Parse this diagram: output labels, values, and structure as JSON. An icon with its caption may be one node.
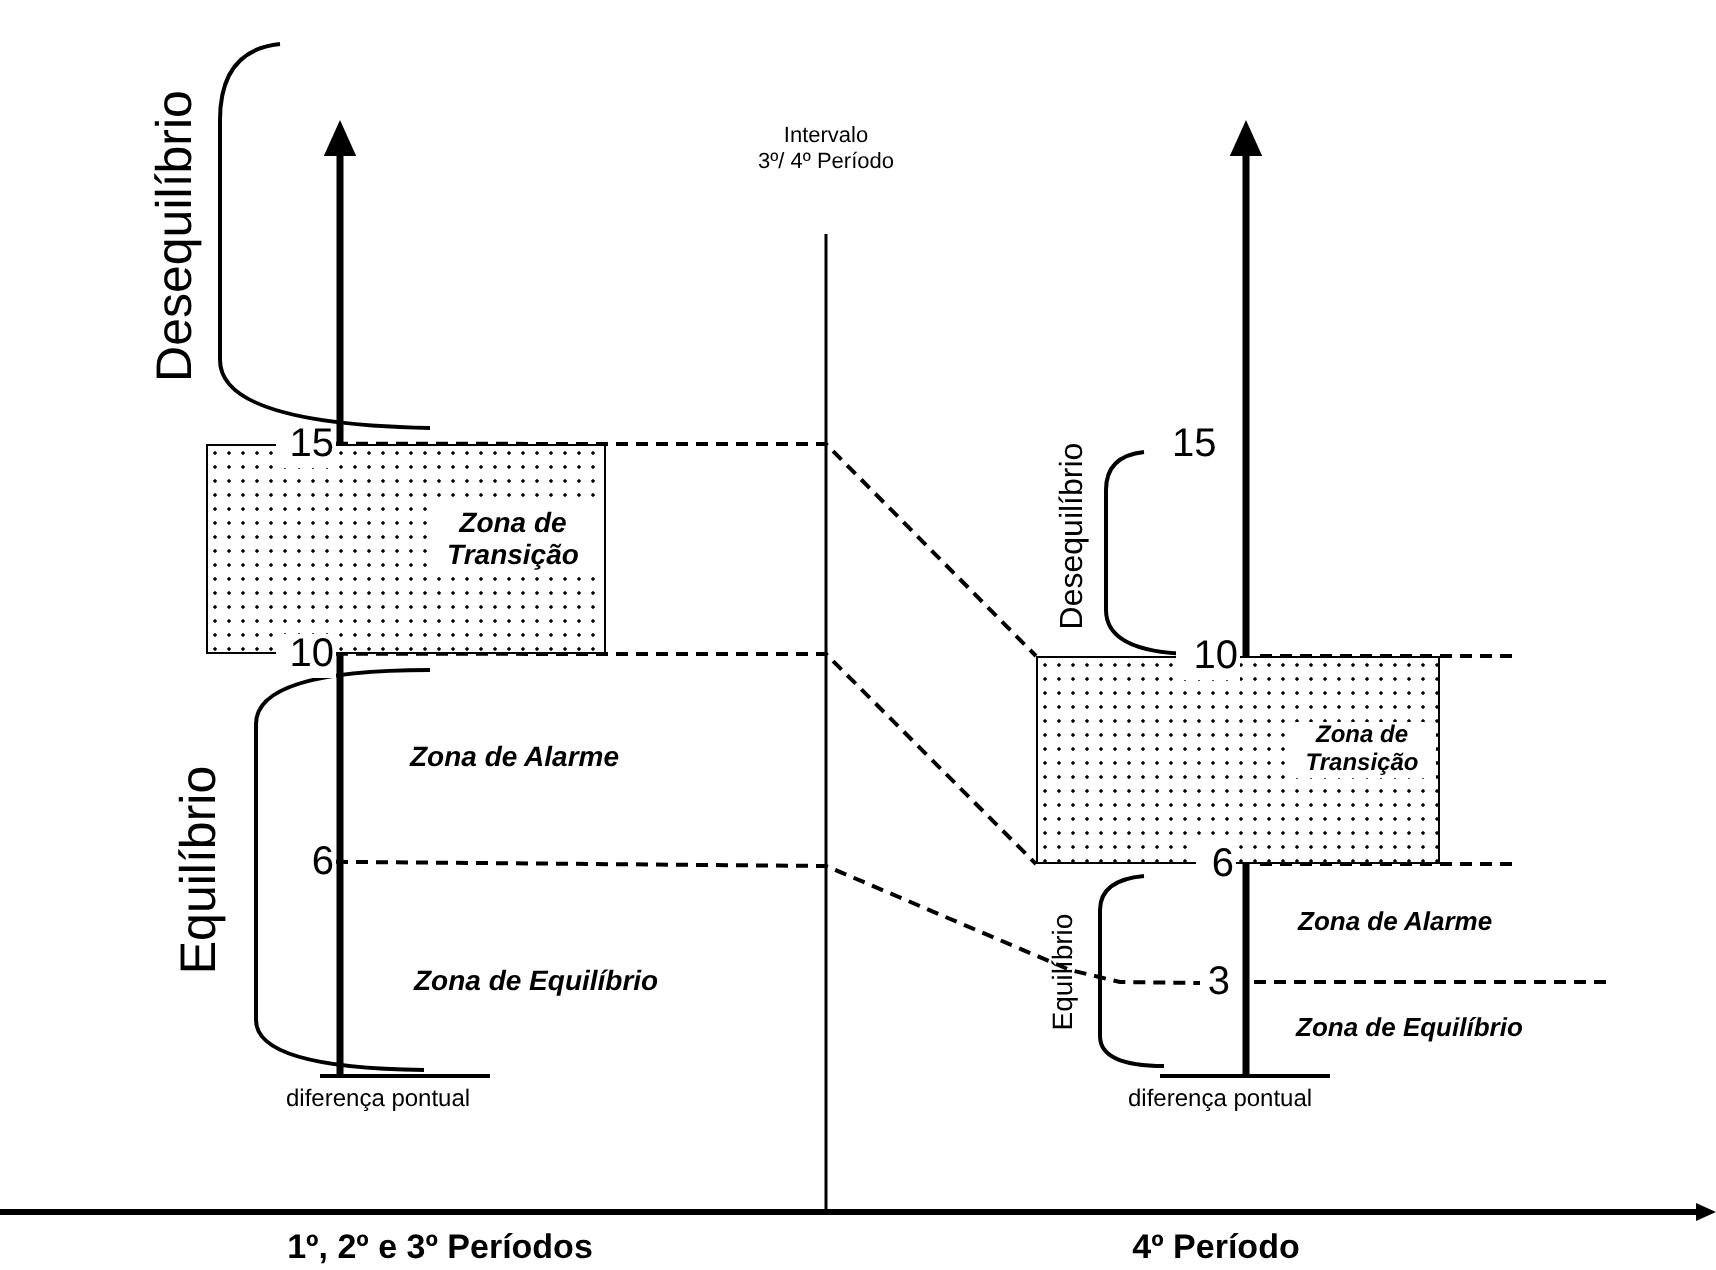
{
  "diagram": {
    "nodes": [
      {
        "text": [
          "15"
        ]
      },
      {
        "text": [
          "10"
        ]
      },
      {
        "text": [
          "6"
        ]
      },
      {
        "text": [
          "Zona de Transição"
        ]
      },
      {
        "text": [
          "10"
        ]
      },
      {
        "text": [
          "6"
        ]
      },
      {
        "text": [
          "3"
        ]
      },
      {
        "text": [
          "Zona de Transição"
        ]
      }
    ],
    "edges": [
      {
        "from": 0,
        "to": 7,
        "arrow": "none",
        "style": "dashed"
      },
      {
        "from": 1,
        "to": 7,
        "arrow": "none",
        "style": "dashed"
      },
      {
        "from": 2,
        "to": 6,
        "arrow": "none",
        "style": "dashed"
      }
    ],
    "labels": [
      "Desequilíbrio",
      "Intervalo 3º/ 4º Período",
      "Equilíbrio",
      "Zona de Alarme",
      "Zona de Equilíbrio",
      "diferença pontual",
      "15",
      "Desequilíbrio",
      "Zona de Alarme",
      "Equilíbrio",
      "Zona de Equilíbrio",
      "diferença pontual",
      "1º, 2º e 3º Períodos",
      "4º Período"
    ]
  }
}
